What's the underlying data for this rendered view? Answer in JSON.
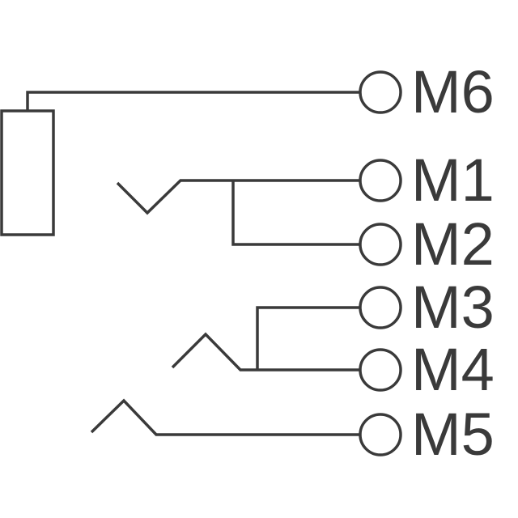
{
  "pins": {
    "m6": "M6",
    "m1": "M1",
    "m2": "M2",
    "m3": "M3",
    "m4": "M4",
    "m5": "M5"
  },
  "colors": {
    "line": "#3a3a3a",
    "background": "#ffffff"
  }
}
